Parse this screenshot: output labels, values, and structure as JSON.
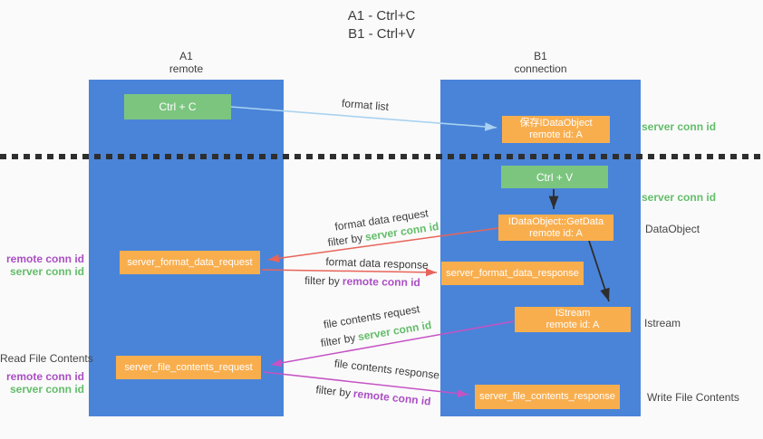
{
  "title": {
    "line1": "A1 - Ctrl+C",
    "line2": "B1 - Ctrl+V"
  },
  "columns": {
    "a1": {
      "name": "A1",
      "subtitle": "remote"
    },
    "b1": {
      "name": "B1",
      "subtitle": "connection"
    }
  },
  "nodes": {
    "ctrl_c": "Ctrl + C",
    "ctrl_v": "Ctrl + V",
    "save_dataobject": {
      "line1": "保存IDataObject",
      "line2": "remote id: A"
    },
    "getdata": {
      "line1": "IDataObject::GetData",
      "line2": "remote id: A"
    },
    "istream": {
      "line1": "IStream",
      "line2": "remote id: A"
    },
    "format_request": "server_format_data_request",
    "format_response": "server_format_data_response",
    "file_request": "server_file_contents_request",
    "file_response": "server_file_contents_response"
  },
  "labels": {
    "format_list": "format list",
    "format_data_request": "format data request",
    "format_data_response": "format data response",
    "file_contents_request": "file contents request",
    "file_contents_response": "file contents response",
    "filter_by": "filter by",
    "server_conn_id": "server conn id",
    "remote_conn_id": "remote conn id",
    "dataobject": "DataObject",
    "istream": "Istream",
    "read_file_contents": "Read File Contents",
    "write_file_contents": "Write File Contents"
  },
  "colors": {
    "column_blue": "#4a84d8",
    "box_green": "#7cc57f",
    "box_orange": "#f9ae4e",
    "text_green": "#63bd6a",
    "text_purple": "#ab4fc4",
    "arrow_red": "#e8645a",
    "arrow_magenta": "#c553c5",
    "arrow_lightblue": "#a9d2f0",
    "arrow_black": "#2e2e2e"
  }
}
